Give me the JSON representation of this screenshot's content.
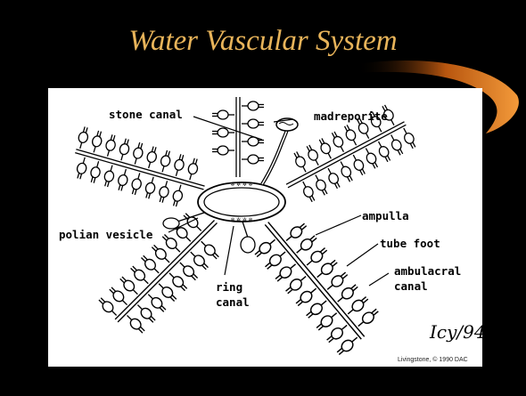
{
  "slide": {
    "title": "Water Vascular System"
  },
  "diagram": {
    "labels": {
      "stone_canal": "stone canal",
      "madreporite": "madreporite",
      "ampulla": "ampulla",
      "polian_vesicle": "polian vesicle",
      "tube_foot": "tube foot",
      "ambulacral_canal_line1": "ambulacral",
      "ambulacral_canal_line2": "canal",
      "ring_canal_line1": "ring",
      "ring_canal_line2": "canal"
    },
    "signature": "Icy/94",
    "credit": "Livingstone, © 1990 DAC"
  },
  "colors": {
    "background": "#000000",
    "title": "#e8b45a",
    "accent_swoosh": "#d9741c",
    "panel": "#ffffff",
    "ink": "#000000"
  }
}
